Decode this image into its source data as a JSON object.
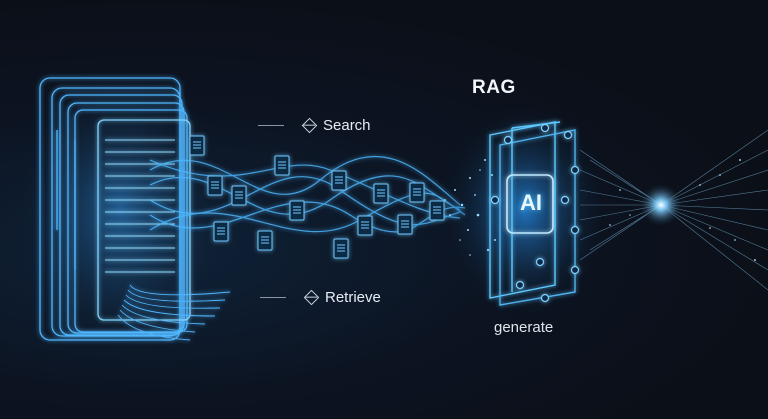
{
  "title": "RAG",
  "labels": {
    "search": "Search",
    "retrieve": "Retrieve",
    "generate": "generate"
  },
  "chip_label": "AI",
  "icons": {
    "search_marker": "diamond-icon",
    "retrieve_marker": "diamond-icon"
  },
  "colors": {
    "background": "#0c1119",
    "glow": "#3aa8ff",
    "line": "#5cc2ff",
    "text": "#e6ecf3"
  }
}
